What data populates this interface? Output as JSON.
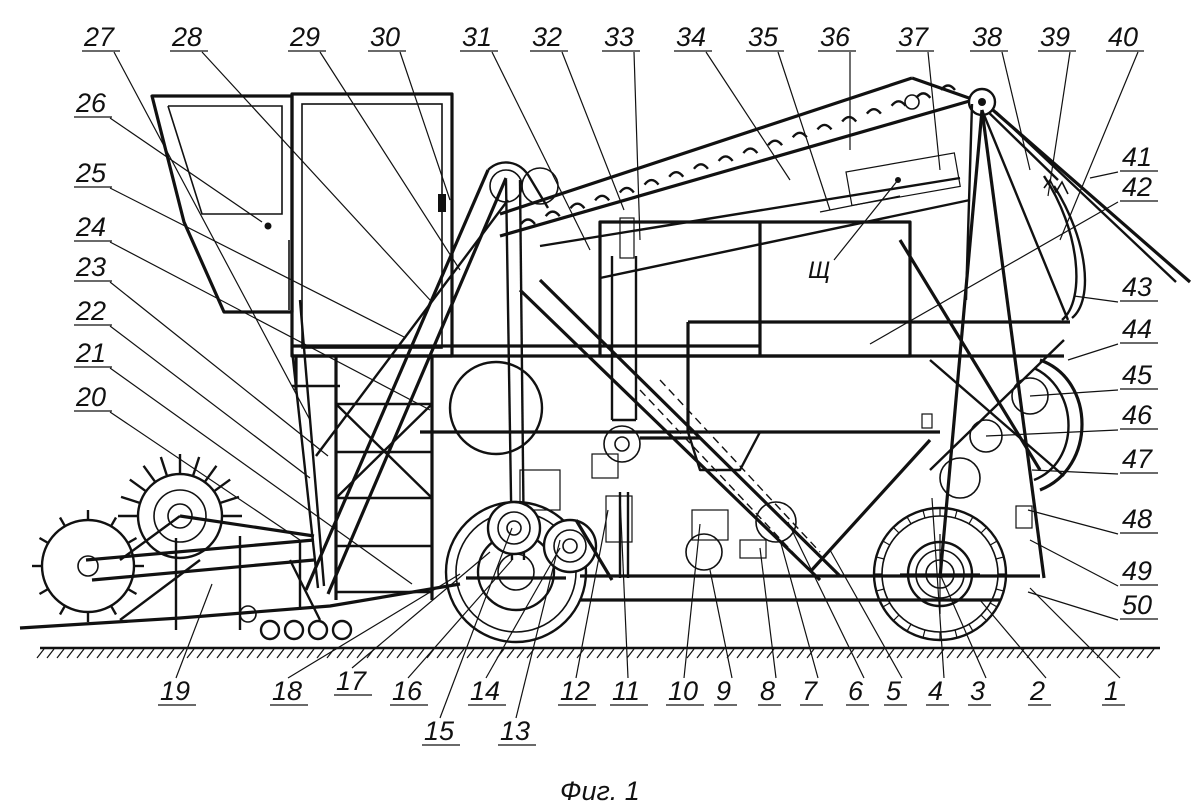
{
  "callouts_top": [
    "27",
    "28",
    "29",
    "30",
    "31",
    "32",
    "33",
    "34",
    "35",
    "36",
    "37",
    "38",
    "39",
    "40"
  ],
  "callouts_left": [
    "26",
    "25",
    "24",
    "23",
    "22",
    "21",
    "20"
  ],
  "callouts_right": [
    "41",
    "42",
    "43",
    "44",
    "45",
    "46",
    "47",
    "48",
    "49",
    "50"
  ],
  "callouts_bottom": [
    "19",
    "18",
    "17",
    "16",
    "15",
    "14",
    "13",
    "12",
    "11",
    "10",
    "9",
    "8",
    "7",
    "6",
    "5",
    "4",
    "3",
    "2",
    "1"
  ],
  "marker": "Щ",
  "caption": "Фиг. 1"
}
